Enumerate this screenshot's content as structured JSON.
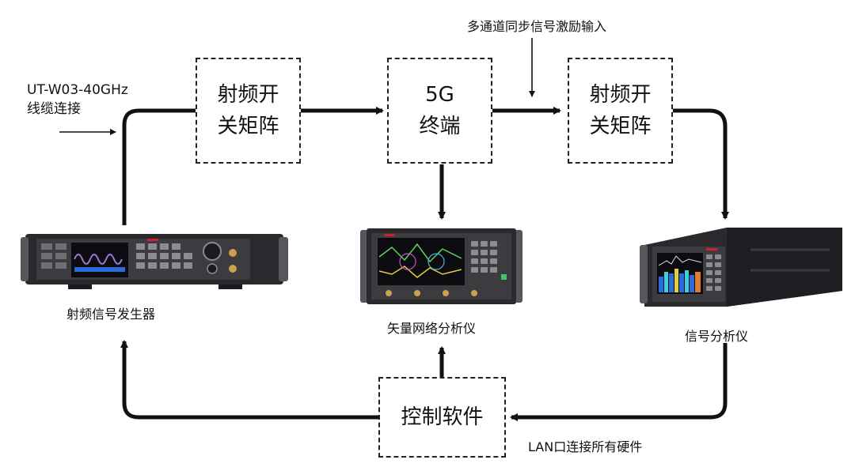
{
  "nodes": {
    "rf_matrix_left": {
      "line1": "射频开",
      "line2": "关矩阵"
    },
    "terminal": {
      "line1": "5G",
      "line2": "终端"
    },
    "rf_matrix_right": {
      "line1": "射频开",
      "line2": "关矩阵"
    },
    "control_software": {
      "label": "控制软件"
    }
  },
  "labels": {
    "cable_line1": "UT-W03-40GHz",
    "cable_line2": "线缆连接",
    "multi_channel": "多通道同步信号激励输入",
    "lan": "LAN口连接所有硬件",
    "rf_generator": "射频信号发生器",
    "vna": "矢量网络分析仪",
    "signal_analyzer": "信号分析仪"
  },
  "colors": {
    "line": "#111111",
    "device_body": "#2a2a2e",
    "device_panel": "#3b3b40",
    "brand_red": "#d0202a",
    "screen_blue": "#2b6cd8"
  }
}
